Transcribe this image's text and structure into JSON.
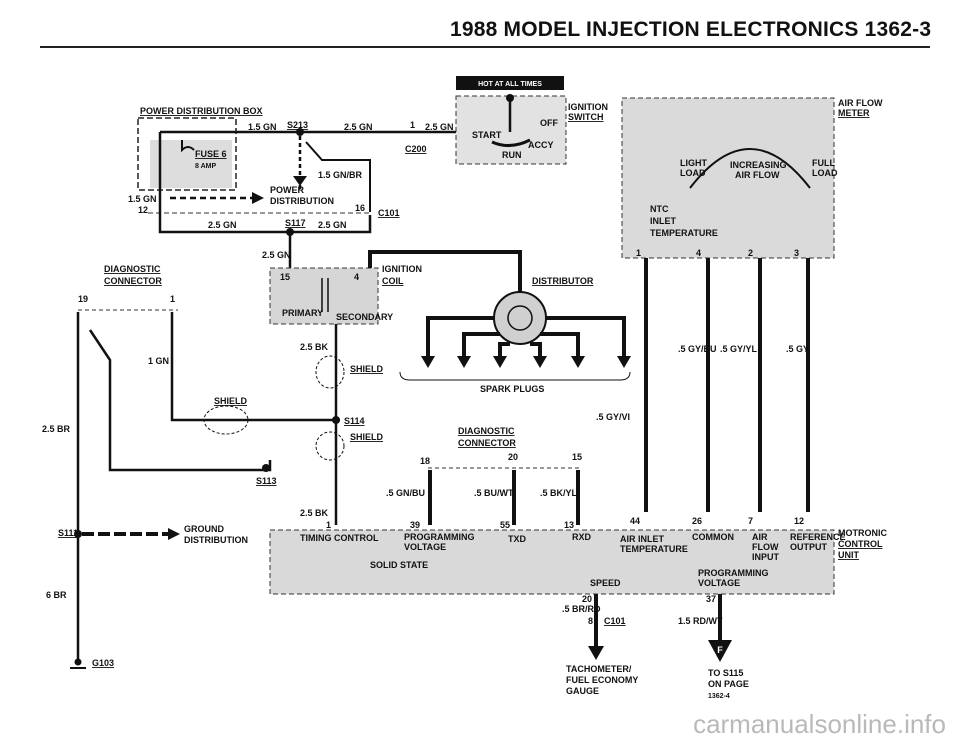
{
  "header": {
    "title": "1988 MODEL   INJECTION ELECTRONICS   1362-3"
  },
  "labels": {
    "hot": "HOT AT ALL TIMES",
    "pdb": "POWER DISTRIBUTION BOX",
    "fuse": "FUSE 6",
    "amp": "8 AMP",
    "s213": "S213",
    "w15gn": "1.5 GN",
    "w25gn_a": "2.5 GN",
    "one": "1",
    "w25gn_b": "2.5 GN",
    "c200": "C200",
    "ign_switch": "IGNITION",
    "switch": "SWITCH",
    "off": "OFF",
    "start": "START",
    "accy": "ACCY",
    "run": "RUN",
    "w15gnbr": "1.5 GN/BR",
    "power": "POWER",
    "distribution": "DISTRIBUTION",
    "w15gn_l": "1.5 GN",
    "n12": "12",
    "n16": "16",
    "c101": "C101",
    "w25gn_c": "2.5 GN",
    "s117": "S117",
    "w25gn_d": "2.5 GN",
    "w25gn_e": "2.5 GN",
    "afm_air": "AIR FLOW",
    "afm_meter": "METER",
    "light": "LIGHT",
    "load": "LOAD",
    "increasing": "INCREASING",
    "airflow": "AIR FLOW",
    "full": "FULL",
    "load2": "LOAD",
    "ntc": "NTC",
    "inlet": "INLET",
    "temperature": "TEMPERATURE",
    "p1": "1",
    "p4": "4",
    "p2": "2",
    "p3": "3",
    "diag": "DIAGNOSTIC",
    "conn": "CONNECTOR",
    "n19": "19",
    "n1": "1",
    "ign_coil": "IGNITION",
    "coil": "COIL",
    "n15": "15",
    "n4": "4",
    "primary": "PRIMARY",
    "secondary": "SECONDARY",
    "distributor": "DISTRIBUTOR",
    "w1gn": "1 GN",
    "w25bk": "2.5 BK",
    "shield1": "SHIELD",
    "spark": "SPARK PLUGS",
    "gybu": ".5 GY/BU",
    "gyyl": ".5 GY/YL",
    "gy": ".5 GY",
    "shield_l": "SHIELD",
    "s114": "S114",
    "gyvi": ".5 GY/VI",
    "w25br": "2.5 BR",
    "shield2": "SHIELD",
    "diag2": "DIAGNOSTIC",
    "conn2": "CONNECTOR",
    "d18": "18",
    "d20": "20",
    "d15": "15",
    "s113": "S113",
    "gnbu": ".5 GN/BU",
    "buwt": ".5 BU/WT",
    "bkyl": ".5 BK/YL",
    "w25bk2": "2.5 BK",
    "s111": "S111",
    "ground": "GROUND",
    "gdist": "DISTRIBUTION",
    "m1": "1",
    "m39": "39",
    "m55": "55",
    "m13": "13",
    "m44": "44",
    "m26": "26",
    "m7": "7",
    "m12": "12",
    "motronic": "MOTRONIC",
    "control": "CONTROL",
    "unit": "UNIT",
    "timing": "TIMING CONTROL",
    "programming": "PROGRAMMING",
    "voltage": "VOLTAGE",
    "txd": "TXD",
    "rxd": "RXD",
    "airinlet": "AIR INLET",
    "temp2": "TEMPERATURE",
    "common": "COMMON",
    "air": "AIR",
    "flow": "FLOW",
    "input": "INPUT",
    "reference": "REFERENCE",
    "output": "OUTPUT",
    "solid": "SOLID STATE",
    "prog2": "PROGRAMMING",
    "volt2": "VOLTAGE",
    "speed": "SPEED",
    "w6br": "6 BR",
    "m20": "20",
    "m37": "37",
    "brrd": ".5 BR/RD",
    "n8": "8",
    "c101b": "C101",
    "rdwt": "1.5 RD/WT",
    "g103": "G103",
    "f": "F",
    "tach": "TACHOMETER/",
    "fuel": "FUEL ECONOMY",
    "gauge": "GAUGE",
    "tos115": "TO S115",
    "onpage": "ON PAGE",
    "page": "1362-4"
  },
  "watermark": "carmanualsonline.info"
}
